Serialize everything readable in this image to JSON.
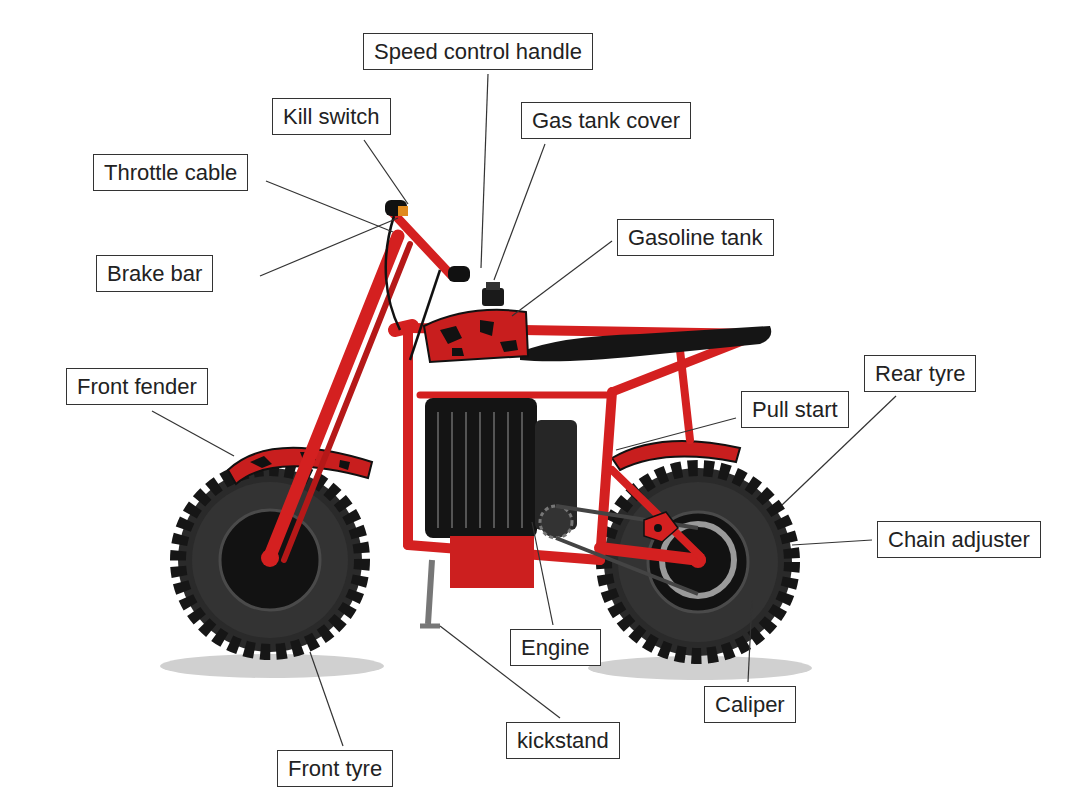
{
  "diagram": {
    "nodes": [
      {
        "text": [
          "Speed control handle"
        ]
      },
      {
        "text": [
          "Kill switch"
        ]
      },
      {
        "text": [
          "Gas tank cover"
        ]
      },
      {
        "text": [
          "Throttle cable"
        ]
      },
      {
        "text": [
          "Gasoline tank"
        ]
      },
      {
        "text": [
          "Brake bar"
        ]
      },
      {
        "text": [
          "Rear tyre"
        ]
      },
      {
        "text": [
          "Front fender"
        ]
      },
      {
        "text": [
          "Pull start"
        ]
      },
      {
        "text": [
          "Chain adjuster"
        ]
      },
      {
        "text": [
          "Engine"
        ]
      },
      {
        "text": [
          "Caliper"
        ]
      },
      {
        "text": [
          "kickstand"
        ]
      },
      {
        "text": [
          "Front tyre"
        ]
      }
    ]
  }
}
